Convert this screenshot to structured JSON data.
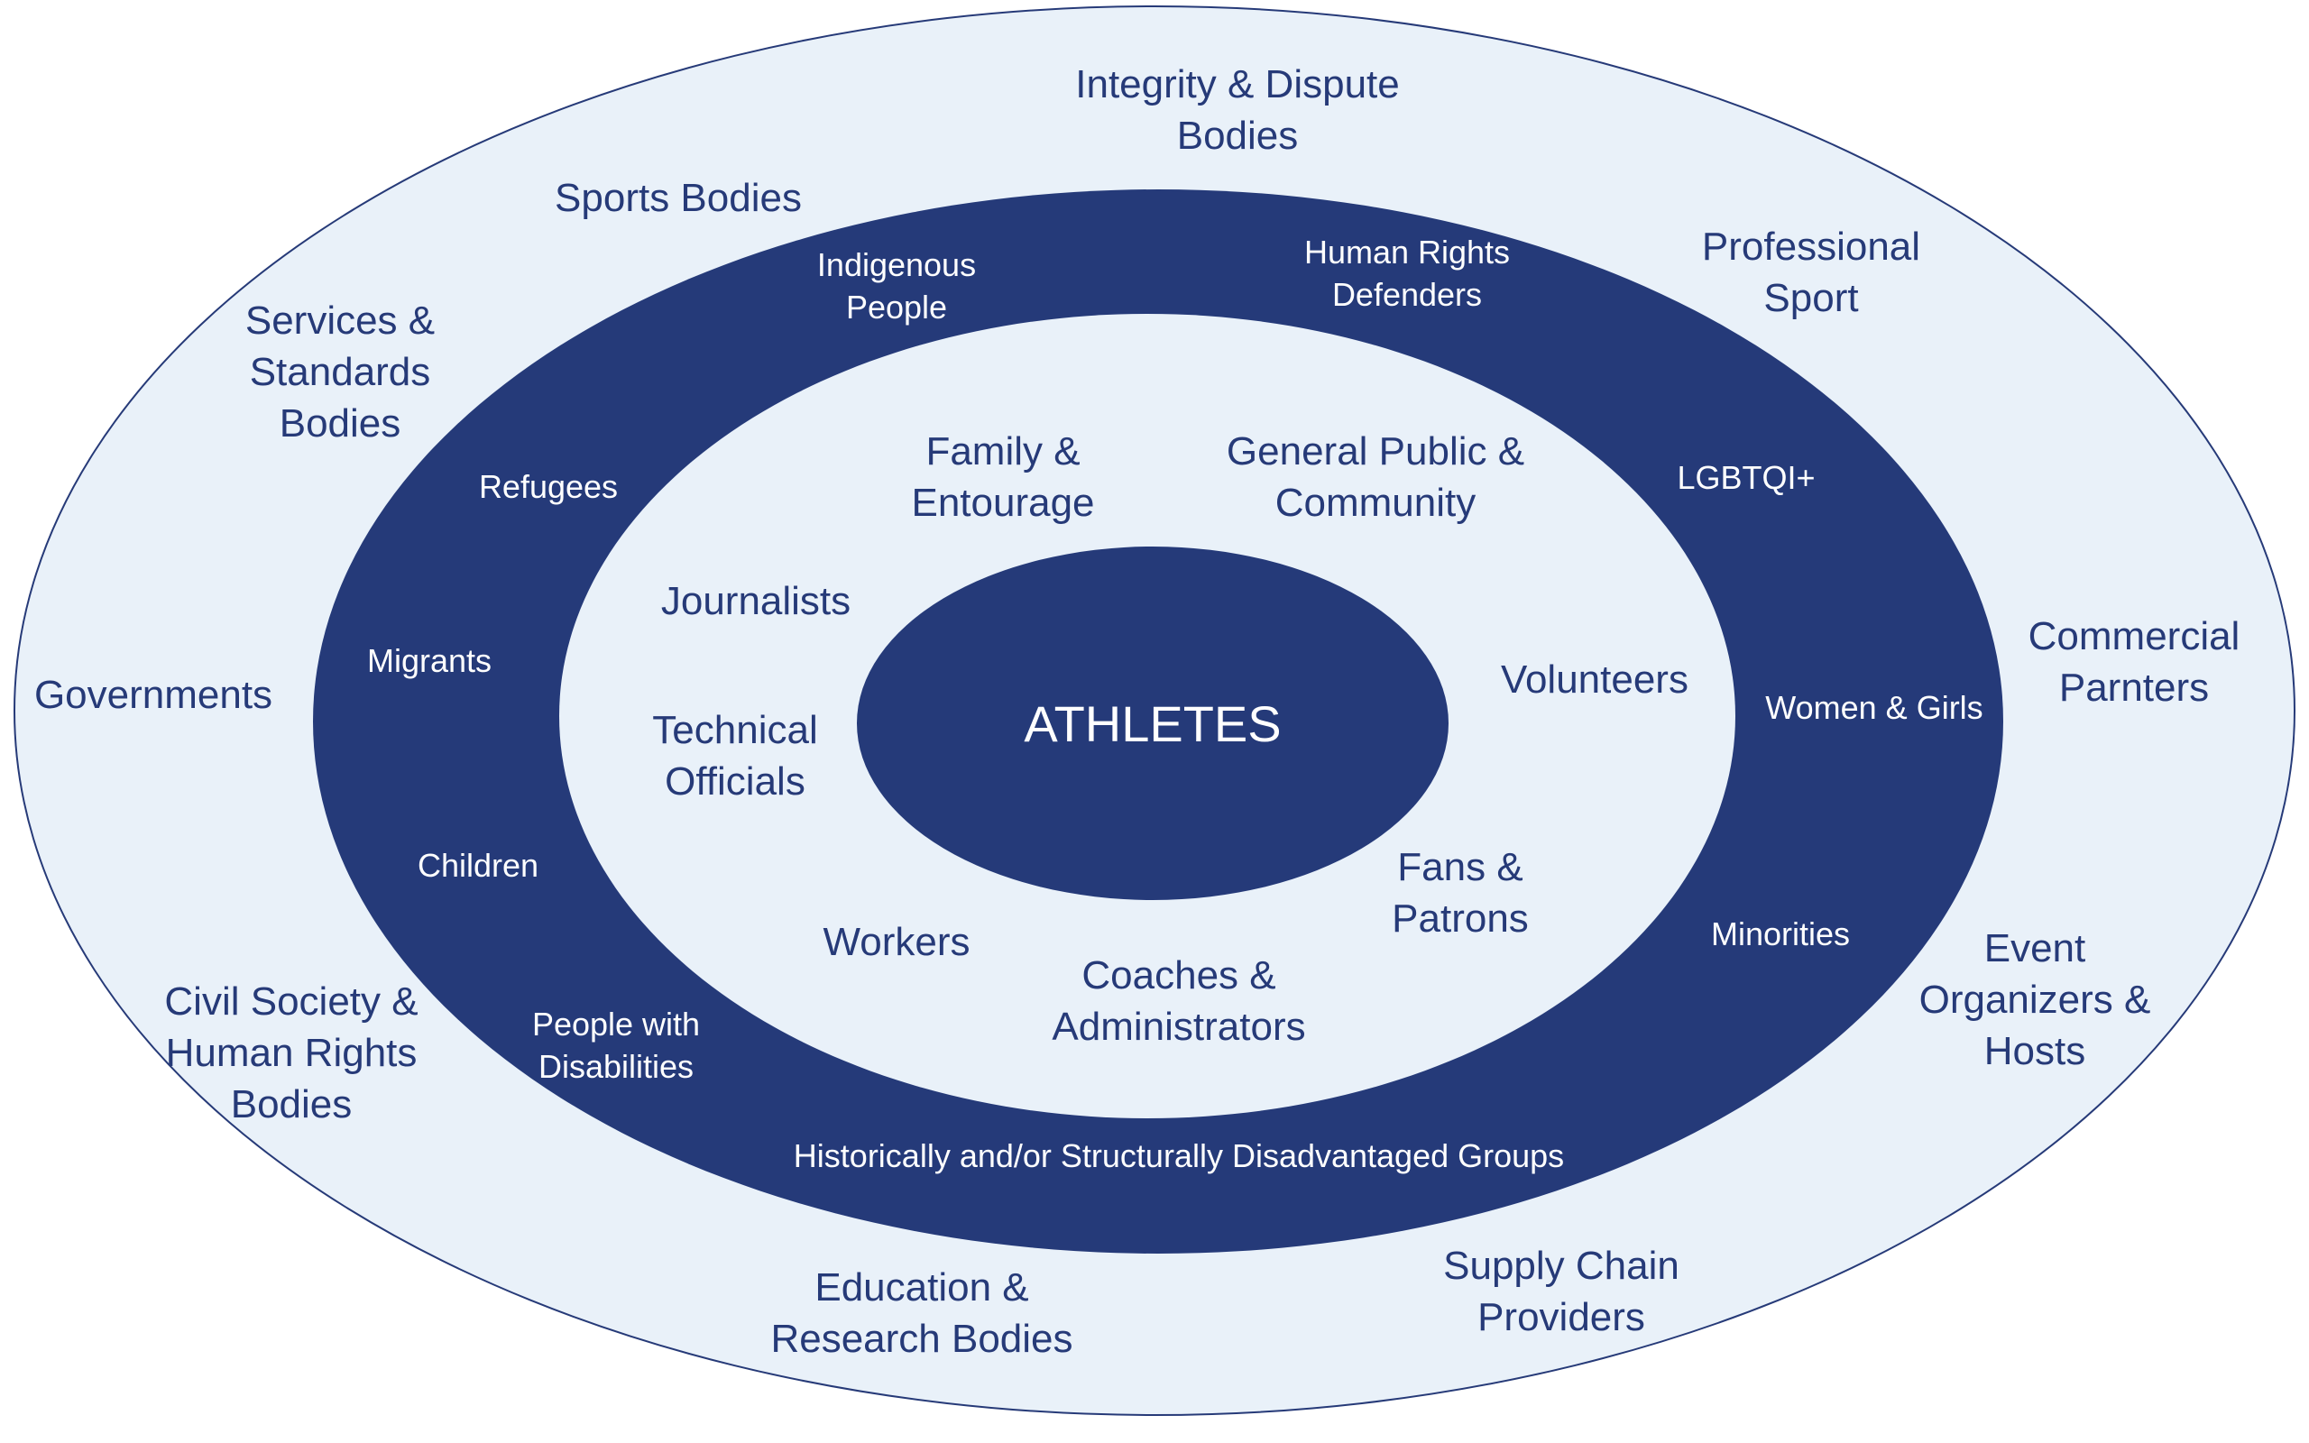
{
  "colors": {
    "outer_fill": "#e9f1f9",
    "outer_stroke": "#263a78",
    "ring_fill": "#253a79",
    "inner_fill": "#e9f1f9",
    "core_fill": "#253a79",
    "dark_text": "#263a78",
    "light_text": "#ffffff"
  },
  "core": {
    "label": "ATHLETES"
  },
  "outer_ring": {
    "integrity": [
      "Integrity & Dispute",
      "Bodies"
    ],
    "sports_bodies": [
      "Sports Bodies"
    ],
    "services_standards": [
      "Services &",
      "Standards",
      "Bodies"
    ],
    "professional_sport": [
      "Professional",
      "Sport"
    ],
    "governments": [
      "Governments"
    ],
    "commercial_partners": [
      "Commercial",
      "Parnters"
    ],
    "civil_society": [
      "Civil Society &",
      "Human Rights",
      "Bodies"
    ],
    "event_organizers": [
      "Event",
      "Organizers &",
      "Hosts"
    ],
    "education_research": [
      "Education &",
      "Research Bodies"
    ],
    "supply_chain": [
      "Supply Chain",
      "Providers"
    ]
  },
  "disadvantaged_ring": {
    "indigenous": [
      "Indigenous",
      "People"
    ],
    "hr_defenders": [
      "Human Rights",
      "Defenders"
    ],
    "refugees": [
      "Refugees"
    ],
    "lgbtqi": [
      "LGBTQI+"
    ],
    "migrants": [
      "Migrants"
    ],
    "women_girls": [
      "Women & Girls"
    ],
    "children": [
      "Children"
    ],
    "minorities": [
      "Minorities"
    ],
    "disabilities": [
      "People with",
      "Disabilities"
    ],
    "ring_title": [
      "Historically and/or Structurally Disadvantaged Groups"
    ]
  },
  "inner_ring": {
    "family": [
      "Family &",
      "Entourage"
    ],
    "general_public": [
      "General Public &",
      "Community"
    ],
    "journalists": [
      "Journalists"
    ],
    "volunteers": [
      "Volunteers"
    ],
    "technical_officials": [
      "Technical",
      "Officials"
    ],
    "fans": [
      "Fans &",
      "Patrons"
    ],
    "workers": [
      "Workers"
    ],
    "coaches": [
      "Coaches &",
      "Administrators"
    ]
  }
}
